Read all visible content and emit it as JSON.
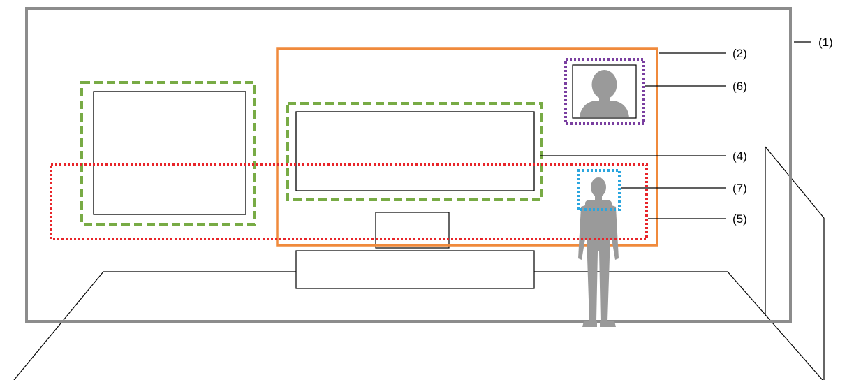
{
  "labels": {
    "wall": "(1)",
    "screen_area": "(2)",
    "display_area": "(4)",
    "camera_height_band": "(5)",
    "portrait_frame": "(6)",
    "viewer_head": "(7)"
  },
  "colors": {
    "wall_border": "#8c8c8c",
    "screen_area": "#f08a3c",
    "display_area": "#78ab45",
    "camera_band": "#e8252a",
    "portrait_frame": "#7a3fa0",
    "viewer_head": "#2ba6df",
    "silhouette": "#9a9a9a",
    "lines": "#000000"
  },
  "icons": {
    "portrait": "person-bust-icon",
    "person": "standing-person-icon"
  }
}
